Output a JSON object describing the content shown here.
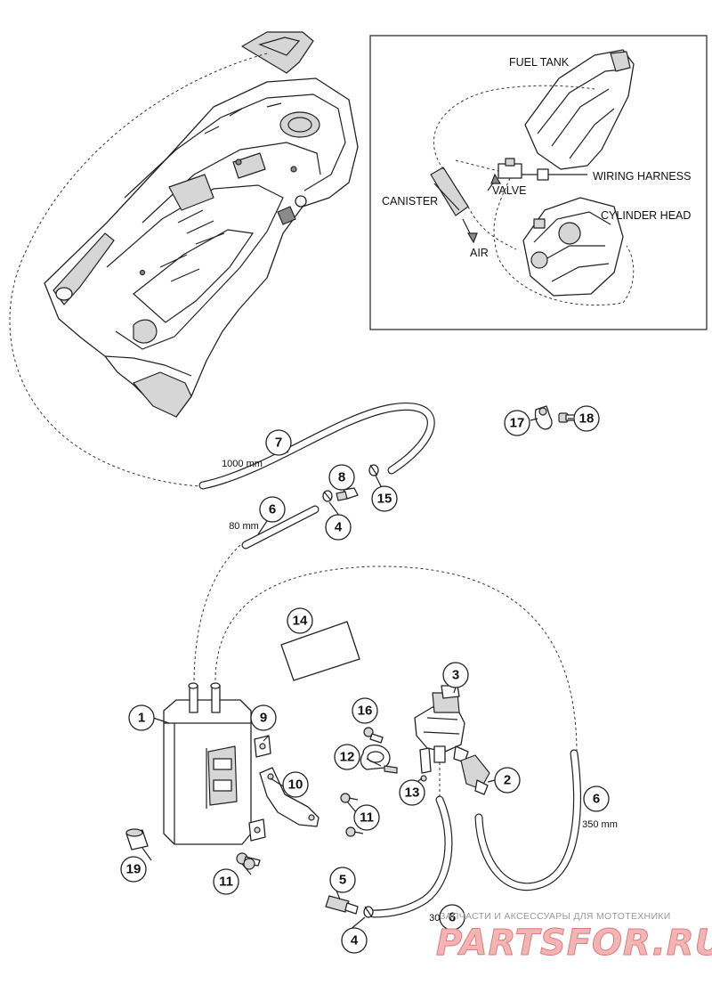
{
  "inset": {
    "fuel_tank": "FUEL TANK",
    "canister": "CANISTER",
    "valve": "VALVE",
    "wiring_harness": "WIRING HARNESS",
    "cylinder_head": "CYLINDER HEAD",
    "air": "AIR"
  },
  "callouts": {
    "c1": "1",
    "c2": "2",
    "c3": "3",
    "c4a": "4",
    "c4b": "4",
    "c5": "5",
    "c6a": "6",
    "c6b": "6",
    "c6c": "6",
    "c7": "7",
    "c8": "8",
    "c9": "9",
    "c10": "10",
    "c11a": "11",
    "c11b": "11",
    "c12": "12",
    "c13": "13",
    "c14": "14",
    "c15": "15",
    "c16": "16",
    "c17": "17",
    "c18": "18",
    "c19": "19"
  },
  "dimensions": {
    "hose_1000": "1000 mm",
    "hose_80": "80 mm",
    "hose_350": "350 mm",
    "hose_305": "305 mm"
  },
  "watermark": {
    "tagline": "ЗАПЧАСТИ И АКСЕССУАРЫ ДЛЯ МОТОТЕХНИКИ",
    "brand": "PARTSFOR.RU"
  }
}
